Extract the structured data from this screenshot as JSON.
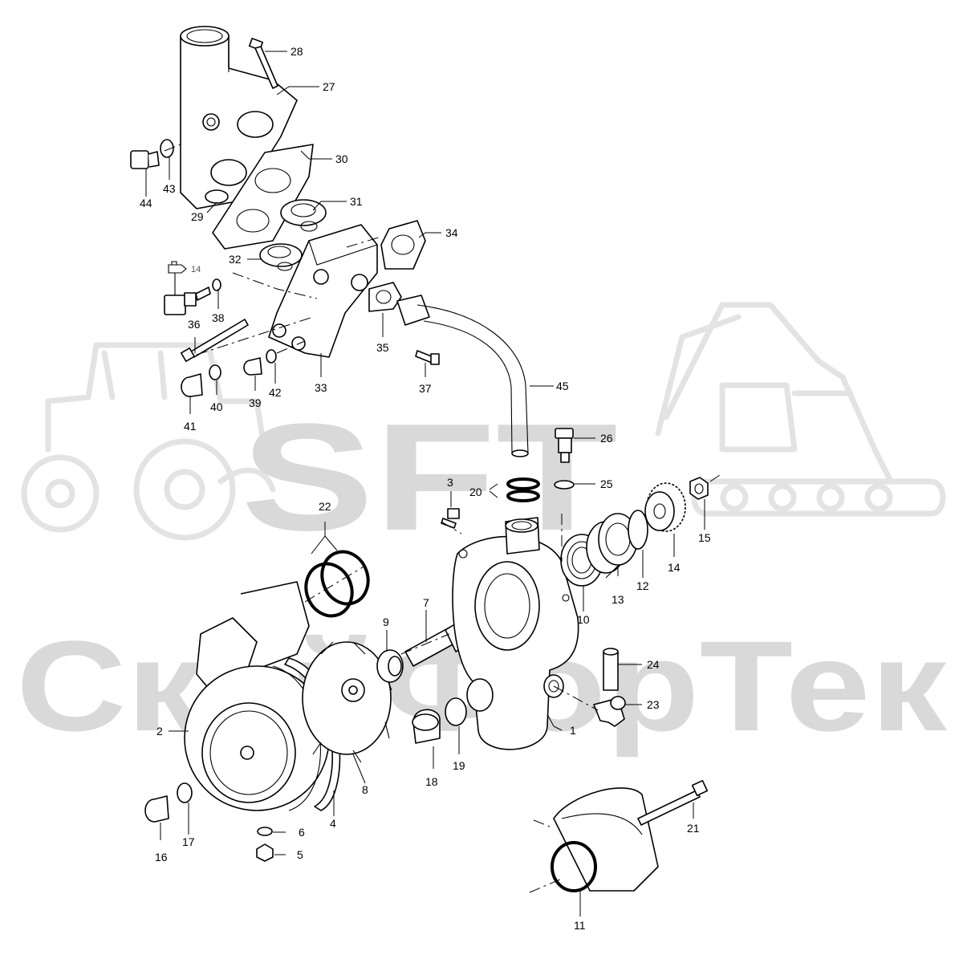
{
  "watermark": {
    "logo_text": "SFT",
    "company_text": "СкайФорТек",
    "color": "#d9d9d9"
  },
  "parts": {
    "callouts": [
      "1",
      "2",
      "3",
      "4",
      "5",
      "6",
      "7",
      "8",
      "9",
      "10",
      "11",
      "12",
      "13",
      "14",
      "15",
      "16",
      "17",
      "18",
      "19",
      "20",
      "21",
      "22",
      "23",
      "24",
      "25",
      "26",
      "27",
      "28",
      "29",
      "30",
      "31",
      "32",
      "33",
      "34",
      "35",
      "36",
      "37",
      "38",
      "39",
      "40",
      "41",
      "42",
      "43",
      "44",
      "45"
    ],
    "reference_label": "14"
  }
}
